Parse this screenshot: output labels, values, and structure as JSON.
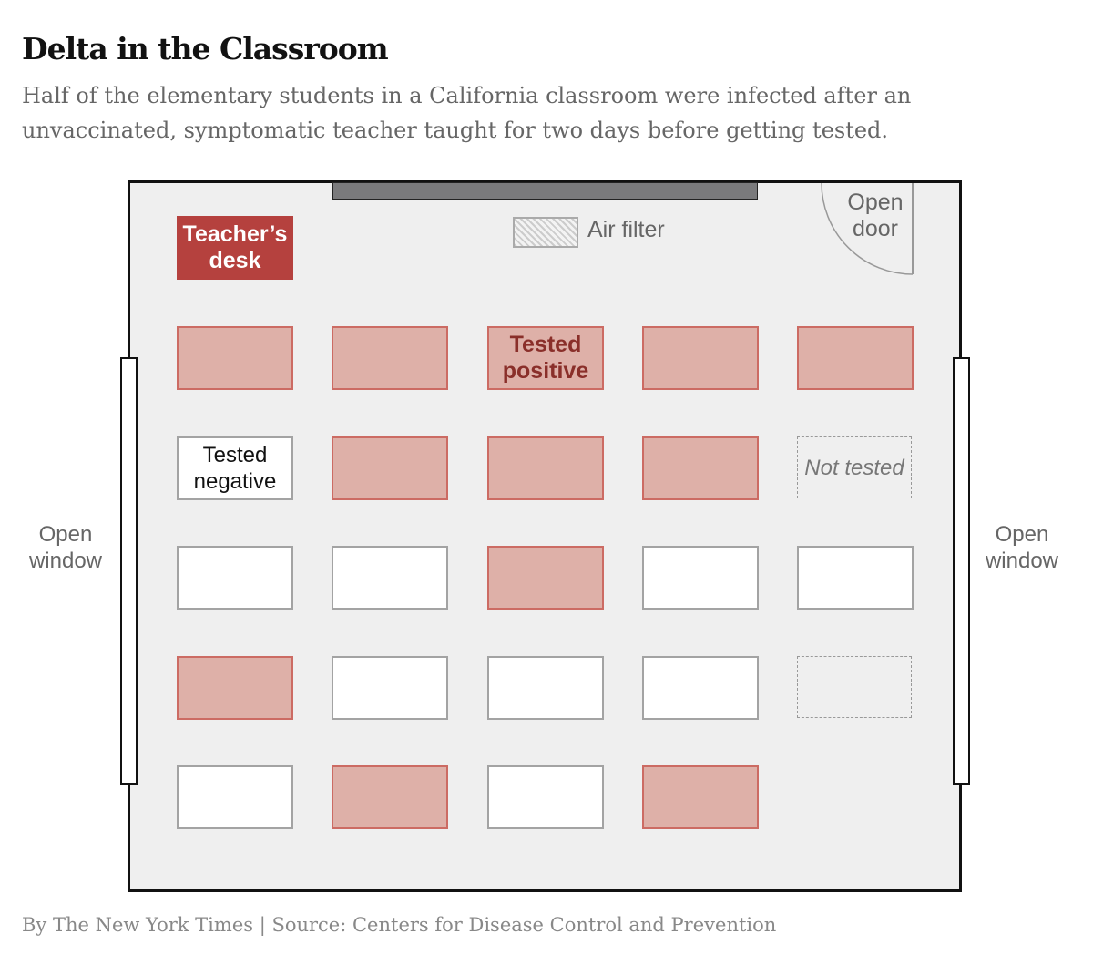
{
  "title": "Delta in the Classroom",
  "subtitle": "Half of the elementary students in a California classroom were infected after an unvaccinated, symptomatic teacher taught for two days before getting tested.",
  "room": {
    "teacher_desk": "Teacher’s desk",
    "air_filter": "Air filter",
    "door": "Open door",
    "left_window": "Open window",
    "right_window": "Open window"
  },
  "colors": {
    "positive_fill": "#deb0a8",
    "positive_border": "#cc6b63",
    "teacher": "#b5413e"
  },
  "desks": [
    [
      {
        "status": "positive"
      },
      {
        "status": "positive"
      },
      {
        "status": "positive",
        "label": "Tested positive"
      },
      {
        "status": "positive"
      },
      {
        "status": "positive"
      }
    ],
    [
      {
        "status": "negative",
        "label": "Tested negative"
      },
      {
        "status": "positive"
      },
      {
        "status": "positive"
      },
      {
        "status": "positive"
      },
      {
        "status": "untested",
        "label": "Not tested"
      }
    ],
    [
      {
        "status": "negative"
      },
      {
        "status": "negative"
      },
      {
        "status": "positive"
      },
      {
        "status": "negative"
      },
      {
        "status": "negative"
      }
    ],
    [
      {
        "status": "positive"
      },
      {
        "status": "negative"
      },
      {
        "status": "negative"
      },
      {
        "status": "negative"
      },
      {
        "status": "untested"
      }
    ],
    [
      {
        "status": "negative"
      },
      {
        "status": "positive"
      },
      {
        "status": "negative"
      },
      {
        "status": "positive"
      }
    ]
  ],
  "footer": "By The New York Times | Source: Centers for Disease Control and Prevention"
}
